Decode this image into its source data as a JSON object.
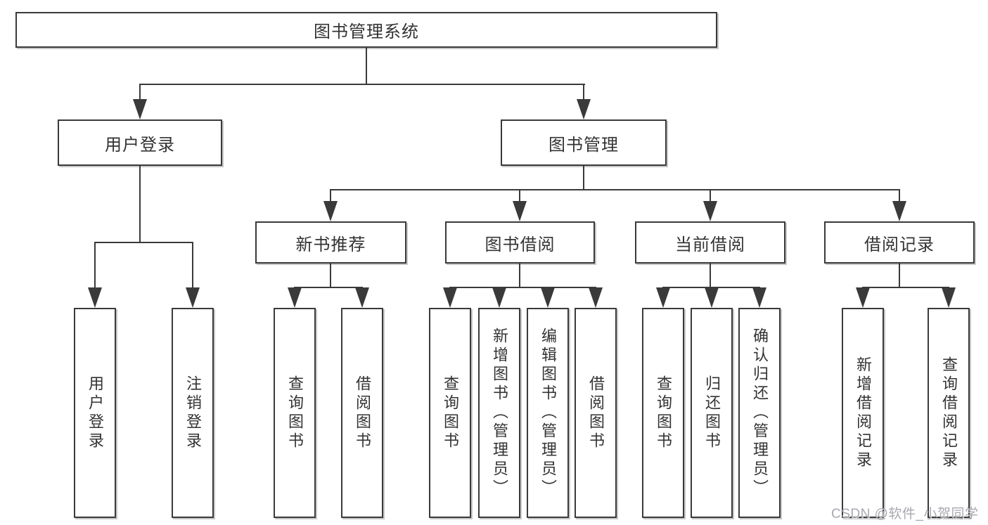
{
  "colors": {
    "line": "#3a3a3a",
    "text": "#333333",
    "watermark": "#a8a8b0",
    "background": "#ffffff"
  },
  "root": {
    "label": "图书管理系统"
  },
  "level2": [
    {
      "label": "用户登录"
    },
    {
      "label": "图书管理"
    }
  ],
  "level3": [
    {
      "parent": "图书管理",
      "label": "新书推荐"
    },
    {
      "parent": "图书管理",
      "label": "图书借阅"
    },
    {
      "parent": "图书管理",
      "label": "当前借阅"
    },
    {
      "parent": "图书管理",
      "label": "借阅记录"
    }
  ],
  "leaves": [
    {
      "parent": "用户登录",
      "label": "用户登录"
    },
    {
      "parent": "用户登录",
      "label": "注销登录"
    },
    {
      "parent": "新书推荐",
      "label": "查询图书"
    },
    {
      "parent": "新书推荐",
      "label": "借阅图书"
    },
    {
      "parent": "图书借阅",
      "label": "查询图书"
    },
    {
      "parent": "图书借阅",
      "label": "新增图书（管理员）"
    },
    {
      "parent": "图书借阅",
      "label": "编辑图书（管理员）"
    },
    {
      "parent": "图书借阅",
      "label": "借阅图书"
    },
    {
      "parent": "当前借阅",
      "label": "查询图书"
    },
    {
      "parent": "当前借阅",
      "label": "归还图书"
    },
    {
      "parent": "当前借阅",
      "label": "确认归还（管理员）"
    },
    {
      "parent": "借阅记录",
      "label": "新增借阅记录"
    },
    {
      "parent": "借阅记录",
      "label": "查询借阅记录"
    }
  ],
  "watermark": {
    "text": "CSDN @软件_小贺同学"
  }
}
